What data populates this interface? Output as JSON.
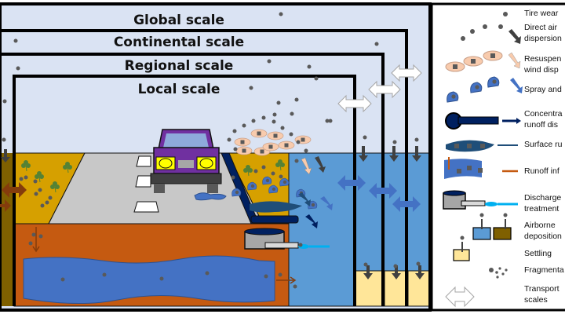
{
  "scales": [
    {
      "label": "Global scale"
    },
    {
      "label": "Continental scale"
    },
    {
      "label": "Regional scale"
    },
    {
      "label": "Local scale"
    }
  ],
  "legend": {
    "items": [
      {
        "icon": "tire-wear-particle-icon",
        "lines": [
          "Tire wear"
        ]
      },
      {
        "icon": "direct-air-dispersion-icon",
        "lines": [
          "Direct air",
          "dispersion"
        ]
      },
      {
        "icon": "resuspension-icon",
        "lines": [
          "Resuspen",
          "wind disp"
        ]
      },
      {
        "icon": "spray-icon",
        "lines": [
          "Spray and"
        ]
      },
      {
        "icon": "concentrated-runoff-icon",
        "lines": [
          "Concentra",
          "runoff dis"
        ]
      },
      {
        "icon": "surface-runoff-icon",
        "lines": [
          "Surface ru"
        ]
      },
      {
        "icon": "runoff-infiltration-icon",
        "lines": [
          "Runoff inf"
        ]
      },
      {
        "icon": "discharge-treatment-icon",
        "lines": [
          "Discharge",
          "treatment"
        ]
      },
      {
        "icon": "airborne-deposition-icon",
        "lines": [
          "Airborne",
          "deposition"
        ]
      },
      {
        "icon": "settling-icon",
        "lines": [
          "Settling"
        ]
      },
      {
        "icon": "fragmentation-icon",
        "lines": [
          "Fragmenta"
        ]
      },
      {
        "icon": "transport-scales-icon",
        "lines": [
          "Transport",
          "scales"
        ]
      }
    ]
  },
  "colors": {
    "sky": "#dae3f3",
    "soil_surface": "#d6a000",
    "soil_deep": "#c55a11",
    "groundwater": "#4472c4",
    "surface_water": "#5b9bd5",
    "sediment": "#ffe699",
    "road": "#c8c8c8",
    "car": "#7030a0",
    "far_soil": "#7f6000",
    "drain": "#002060",
    "particle": "#595959"
  }
}
